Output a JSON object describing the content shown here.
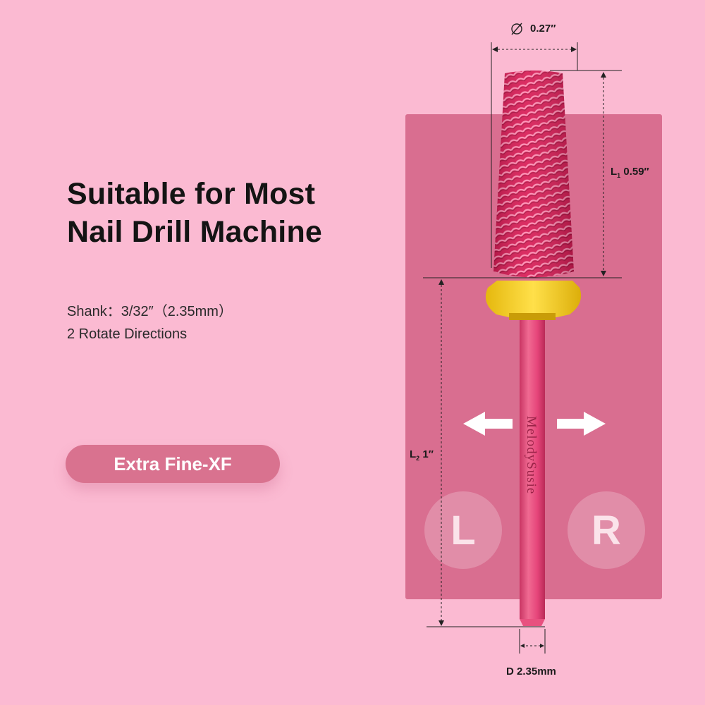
{
  "headline": {
    "line1": "Suitable for Most",
    "line2": "Nail Drill Machine"
  },
  "specs": {
    "shank": "Shank：3/32″（2.35mm）",
    "directions": "2 Rotate Directions"
  },
  "grit_badge": "Extra Fine-XF",
  "product": {
    "brand_engraving": "MelodySusie",
    "left_label": "L",
    "right_label": "R",
    "arrow_left_icon": "arrow-left-icon",
    "arrow_right_icon": "arrow-right-icon"
  },
  "dimensions": {
    "diameter": "0.27″",
    "head_length": "0.59″",
    "head_length_prefix": "L",
    "head_length_sub": "1",
    "shank_length": "1″",
    "shank_length_prefix": "L",
    "shank_length_sub": "2",
    "shank_diameter": "D 2.35mm"
  },
  "colors": {
    "background": "#fbbad2",
    "panel": "#d96e90",
    "bit_head": "#e01f5c",
    "collar": "#f5d21d",
    "shank": "#ea4d7c"
  }
}
